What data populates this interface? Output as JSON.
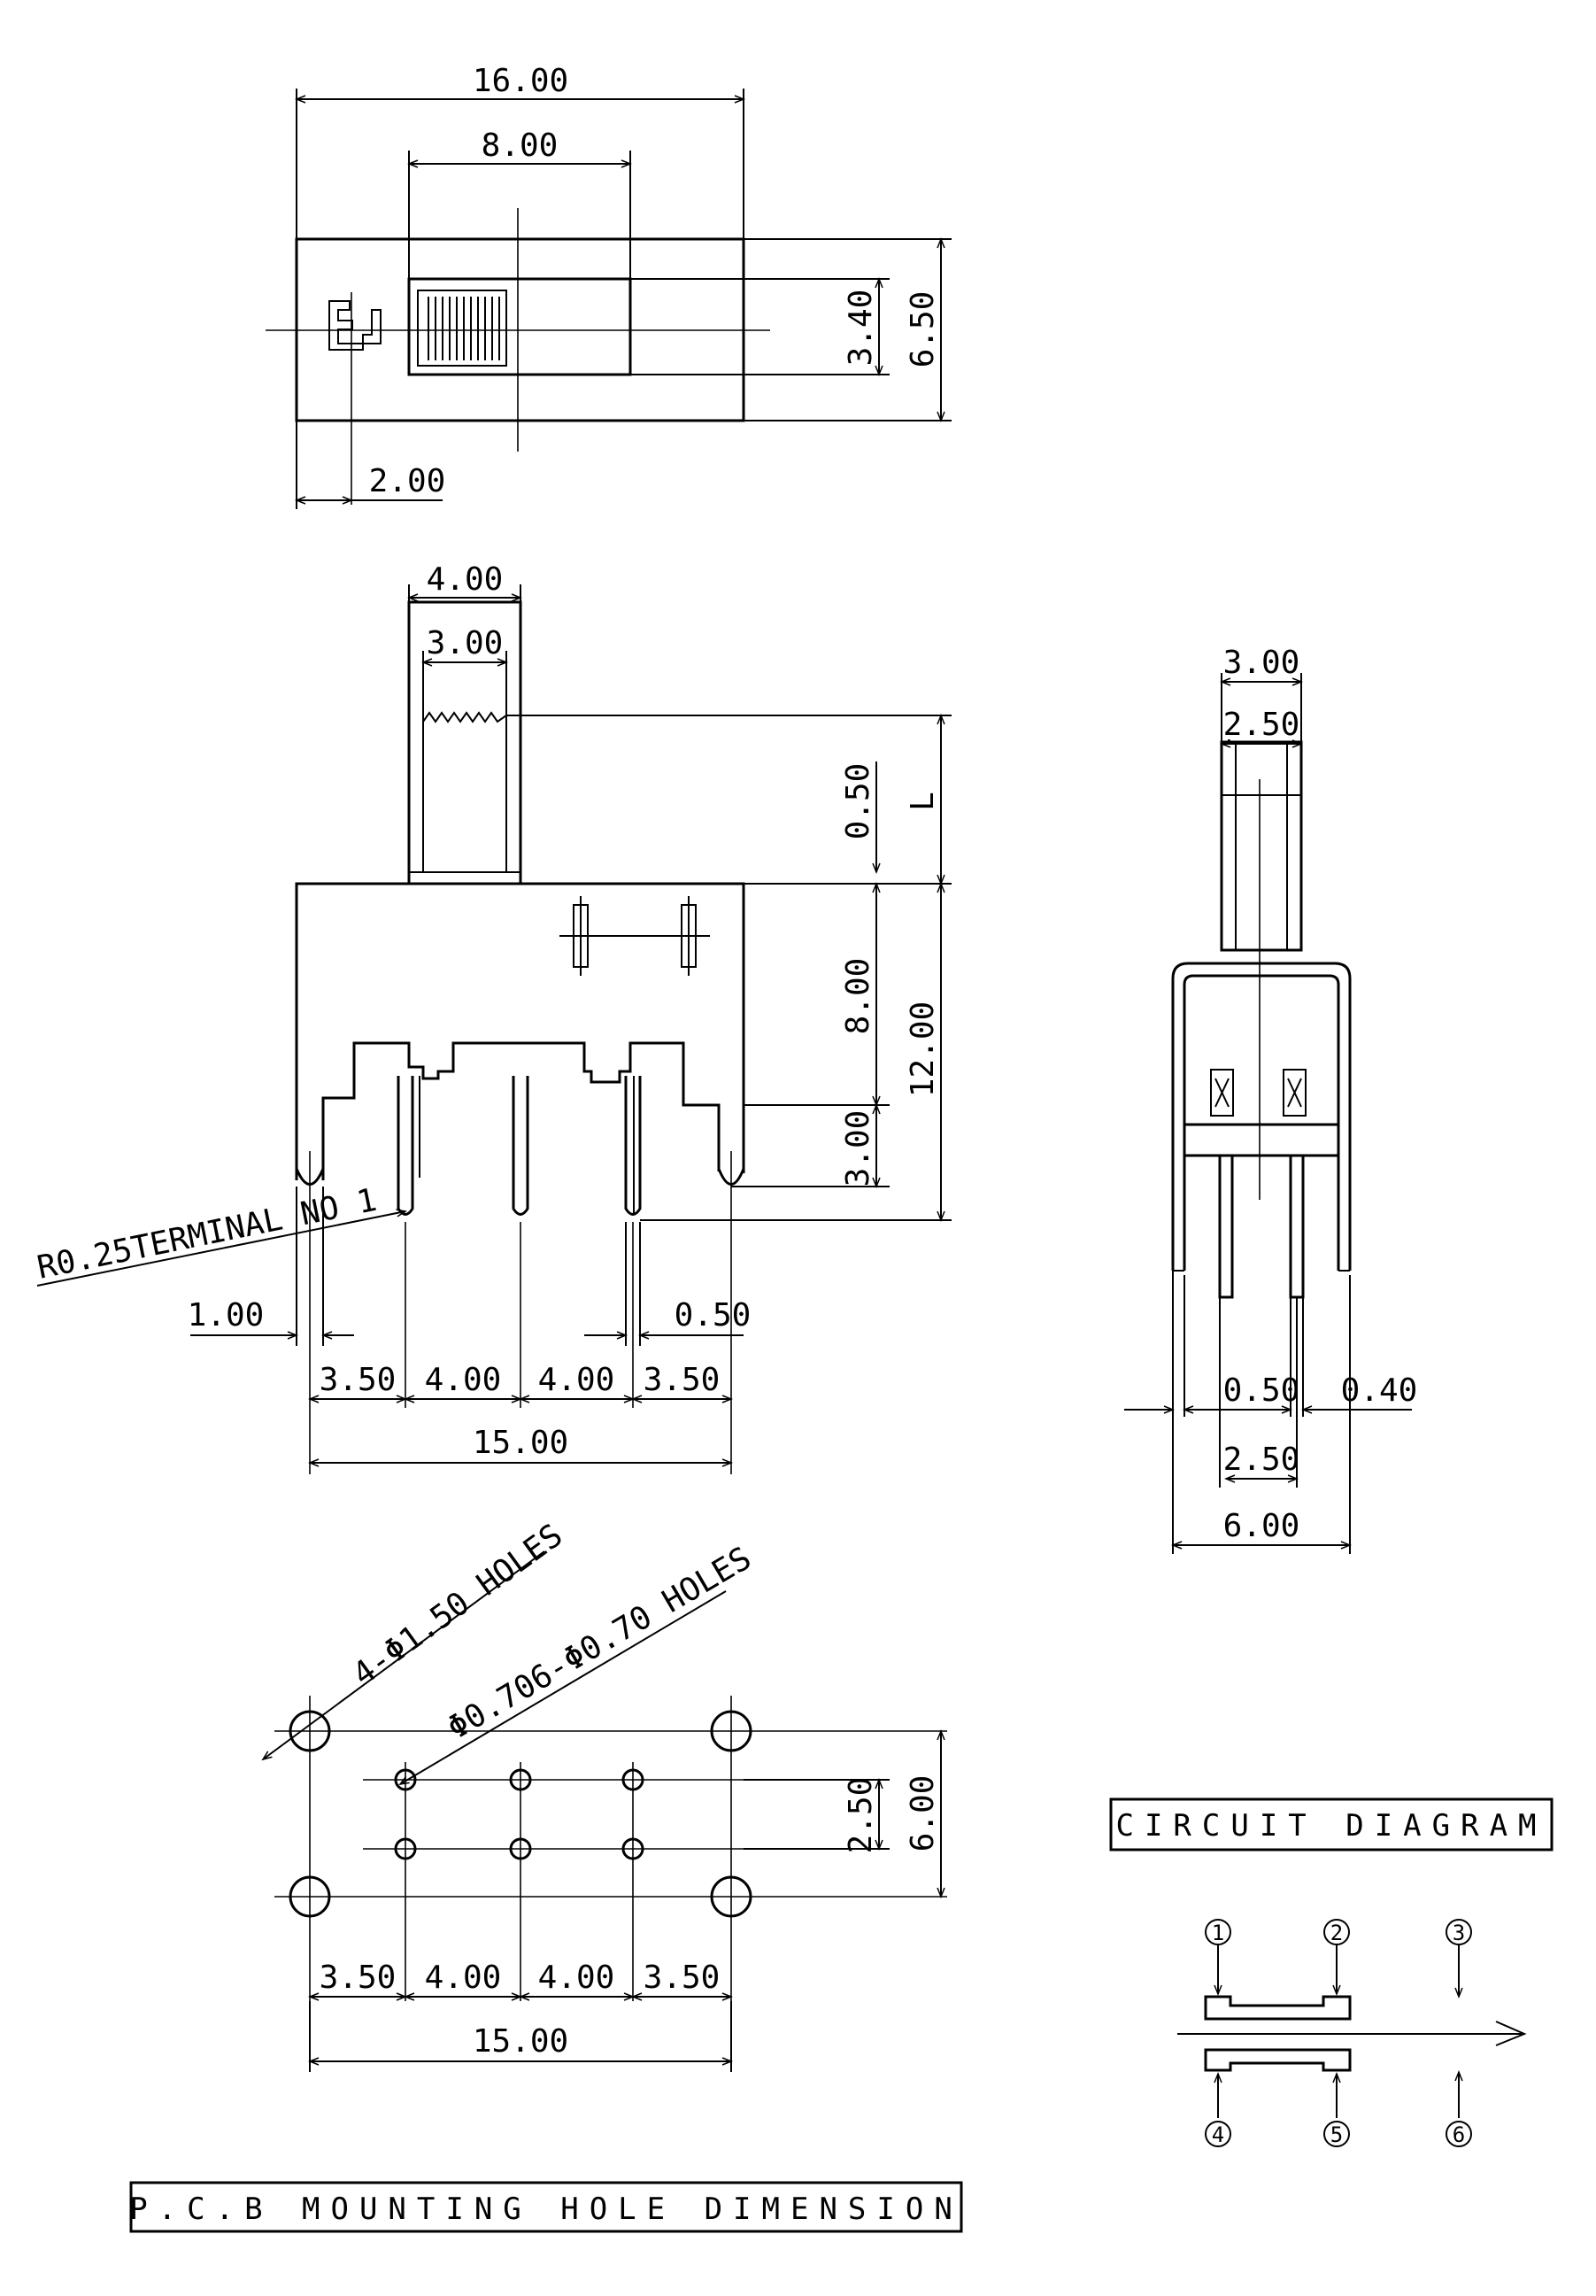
{
  "top_view": {
    "dims": {
      "total_width": "16.00",
      "knob_width": "8.00",
      "knob_height": "3.40",
      "total_height": "6.50",
      "offset": "2.00"
    }
  },
  "front_view": {
    "dims": {
      "actuator_width": "4.00",
      "actuator_inner": "3.00",
      "actuator_step": "0.50",
      "actuator_length": "L",
      "body_height": "8.00",
      "overall_height": "12.00",
      "pin_length": "3.00",
      "mount_pin_width": "1.00",
      "pin_width": "0.50",
      "pitch": [
        "3.50",
        "4.00",
        "4.00",
        "3.50"
      ],
      "overall_width": "15.00"
    },
    "callout": "R0.25TERMINAL NO 1"
  },
  "side_view": {
    "dims": {
      "actuator_width": "3.00",
      "actuator_inner": "2.50",
      "pin_width": "0.50",
      "leg_thickness": "0.40",
      "pin_pitch": "2.50",
      "overall_width": "6.00"
    }
  },
  "pcb_view": {
    "large_holes": "4-Φ1.50 HOLES",
    "small_holes": "Φ0.706-Φ0.70 HOLES",
    "dims": {
      "row_pitch": "2.50",
      "overall_height": "6.00",
      "pitch": [
        "3.50",
        "4.00",
        "4.00",
        "3.50"
      ],
      "overall_width": "15.00"
    },
    "title": "P.C.B MOUNTING HOLE DIMENSION"
  },
  "circuit": {
    "title": "CIRCUIT DIAGRAM",
    "terminals": [
      "1",
      "2",
      "3",
      "4",
      "5",
      "6"
    ]
  }
}
